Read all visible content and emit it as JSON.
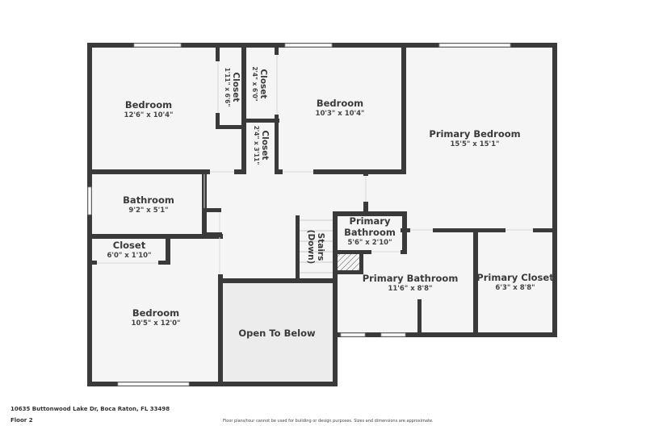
{
  "plan": {
    "address": "10635 Buttonwood Lake Dr, Boca Raton, FL 33498",
    "floor": "Floor 2",
    "disclaimer": "Floor plans/tour cannot be used for building or design purposes. Sizes and dimensions are approximate.",
    "colors": {
      "wall": "#3a3a3a",
      "floor": "#f5f5f5",
      "open_to_below": "#ececec",
      "background": "#ffffff"
    }
  },
  "rooms": [
    {
      "id": "bedroom-1",
      "name": "Bedroom",
      "dims": "12'6\" x 10'4\""
    },
    {
      "id": "closet-1",
      "name": "Closet",
      "dims": "1'11\" x 6'6\""
    },
    {
      "id": "closet-2",
      "name": "Closet",
      "dims": "2'4\" x 6'0\""
    },
    {
      "id": "closet-3",
      "name": "Closet",
      "dims": "2'4\" x 3'11\""
    },
    {
      "id": "bedroom-2",
      "name": "Bedroom",
      "dims": "10'3\" x 10'4\""
    },
    {
      "id": "primary-bedroom",
      "name": "Primary Bedroom",
      "dims": "15'5\" x 15'1\""
    },
    {
      "id": "bathroom",
      "name": "Bathroom",
      "dims": "9'2\" x 5'1\""
    },
    {
      "id": "closet-4",
      "name": "Closet",
      "dims": "6'0\" x 1'10\""
    },
    {
      "id": "stairs",
      "name": "Stairs",
      "dims": "(Down)"
    },
    {
      "id": "primary-bathroom-small",
      "name": "Primary Bathroom",
      "dims": "5'6\" x 2'10\""
    },
    {
      "id": "primary-bathroom",
      "name": "Primary Bathroom",
      "dims": "11'6\" x 8'8\""
    },
    {
      "id": "primary-closet",
      "name": "Primary Closet",
      "dims": "6'3\" x 8'8\""
    },
    {
      "id": "bedroom-3",
      "name": "Bedroom",
      "dims": "10'5\" x 12'0\""
    },
    {
      "id": "open-to-below",
      "name": "Open To Below",
      "dims": ""
    }
  ]
}
